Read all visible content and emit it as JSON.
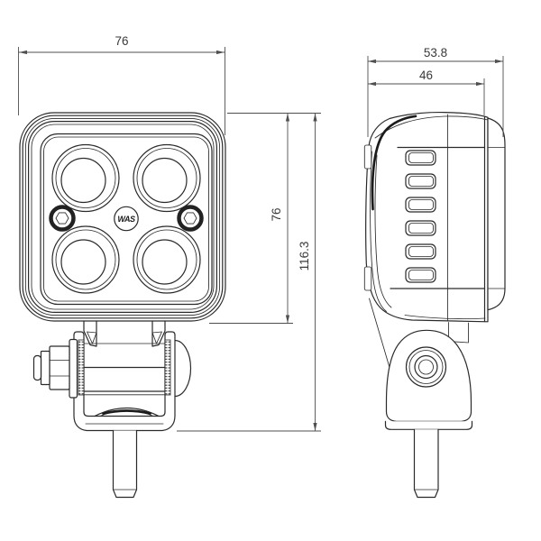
{
  "dimensions": {
    "width": "76",
    "height": "76",
    "total_height": "116.3",
    "depth_total": "53.8",
    "depth_body": "46"
  },
  "logo": {
    "text": "WAS"
  },
  "colors": {
    "line-color": "#2a2a2a",
    "dim-color": "#4f4f4f",
    "bg-color": "#ffffff"
  }
}
